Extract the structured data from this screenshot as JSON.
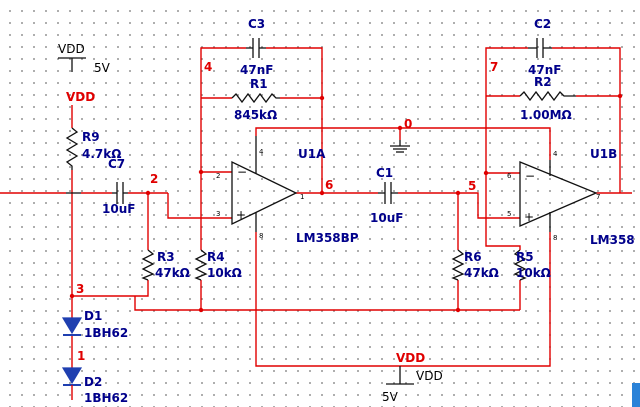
{
  "colors": {
    "wire": "#e00000",
    "component": "#111111",
    "net_label": "#e00000",
    "component_label": "#00008b",
    "diode": "#1f3fb0"
  },
  "supplies": {
    "vdd_top_name": "VDD",
    "vdd_top_value": "5V",
    "vdd_net": "VDD",
    "vdd_bottom_net": "VDD",
    "vdd_bottom_name": "VDD",
    "vdd_bottom_value": "5V"
  },
  "nets": {
    "n0": "0",
    "n1": "1",
    "n2": "2",
    "n3": "3",
    "n4": "4",
    "n5": "5",
    "n6": "6",
    "n7": "7"
  },
  "components": {
    "r9": {
      "ref": "R9",
      "value": "4.7kΩ"
    },
    "c7": {
      "ref": "C7",
      "value": "10uF"
    },
    "r3": {
      "ref": "R3",
      "value": "47kΩ"
    },
    "r4": {
      "ref": "R4",
      "value": "10kΩ"
    },
    "c3": {
      "ref": "C3",
      "value": "47nF"
    },
    "r1": {
      "ref": "R1",
      "value": "845kΩ"
    },
    "u1a": {
      "ref": "U1A",
      "part": "LM358BP"
    },
    "c1": {
      "ref": "C1",
      "value": "10uF"
    },
    "r6": {
      "ref": "R6",
      "value": "47kΩ"
    },
    "r5": {
      "ref": "R5",
      "value": "10kΩ"
    },
    "c2": {
      "ref": "C2",
      "value": "47nF"
    },
    "r2": {
      "ref": "R2",
      "value": "1.00MΩ"
    },
    "u1b": {
      "ref": "U1B",
      "part": "LM358"
    },
    "d1": {
      "ref": "D1",
      "part": "1BH62"
    },
    "d2": {
      "ref": "D2",
      "part": "1BH62"
    }
  },
  "pins": {
    "p4": "4",
    "p8": "8",
    "p3": "3",
    "p2": "2",
    "p1": "1",
    "p5": "5",
    "p6": "6",
    "p7": "7"
  }
}
